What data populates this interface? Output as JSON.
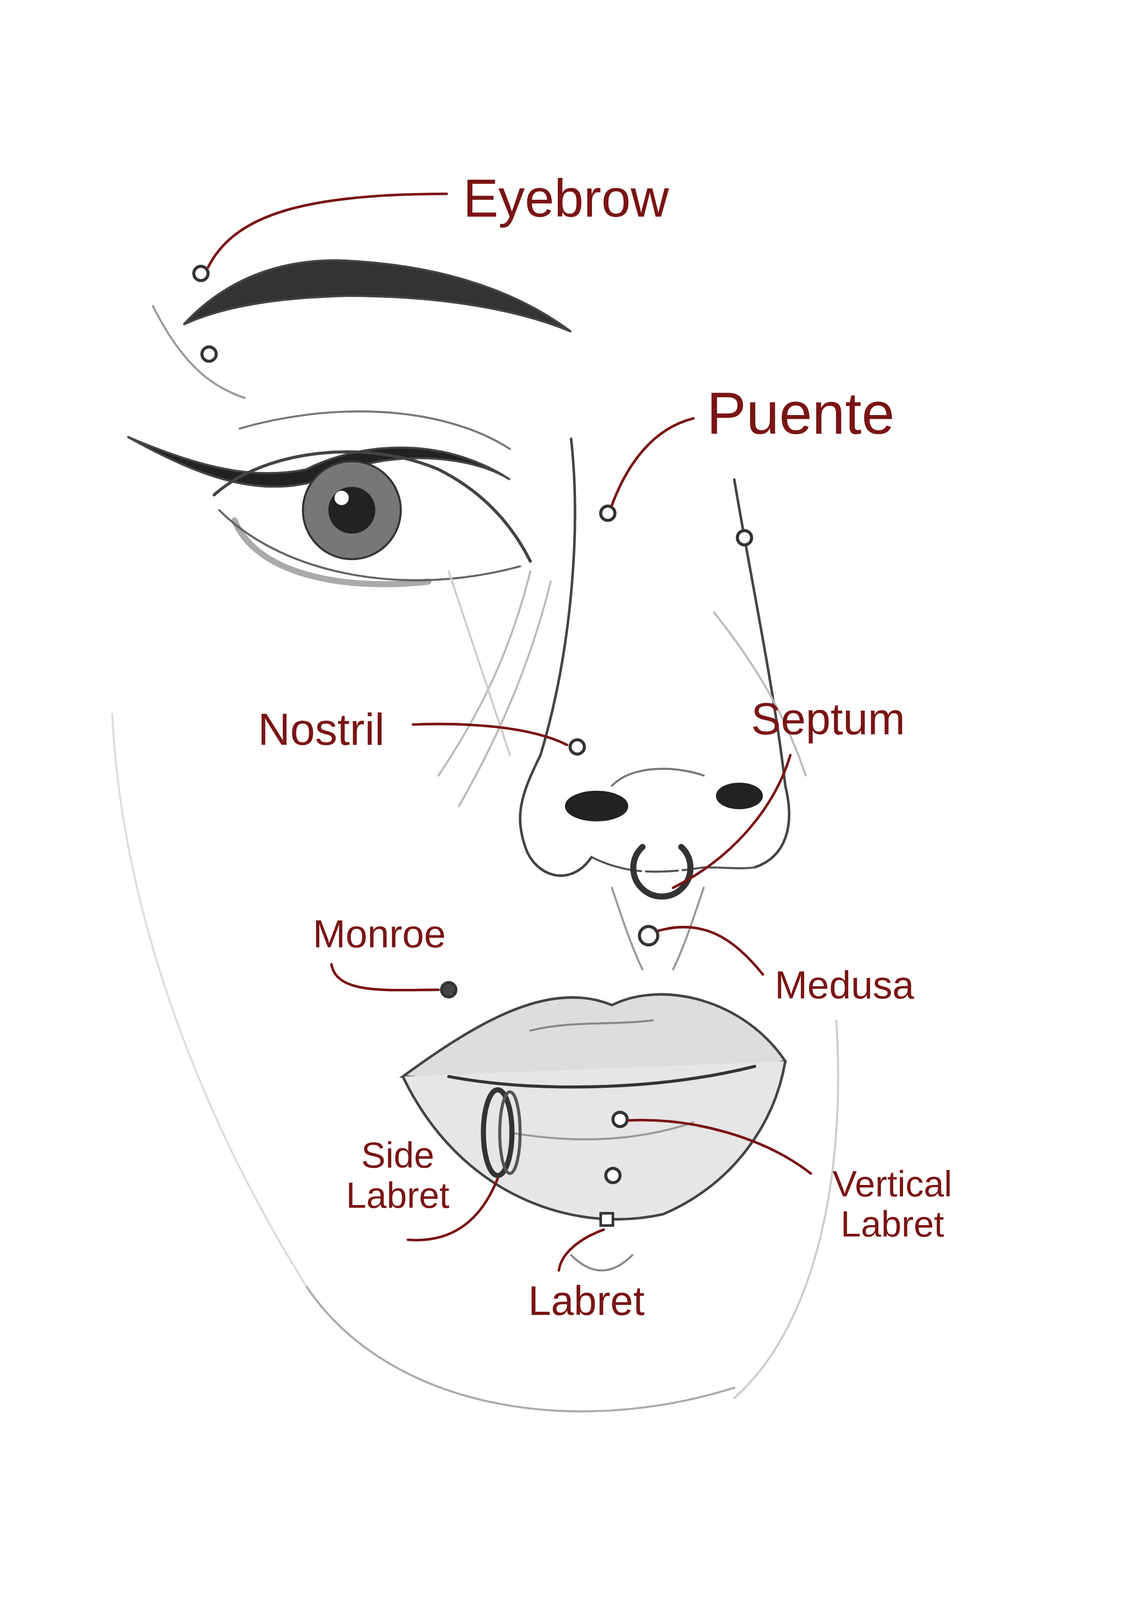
{
  "diagram": {
    "labels": [
      "Eyebrow",
      "Puente",
      "Nostril",
      "Septum",
      "Monroe",
      "Medusa",
      "Side Labret",
      "Vertical Labret",
      "Labret"
    ]
  }
}
